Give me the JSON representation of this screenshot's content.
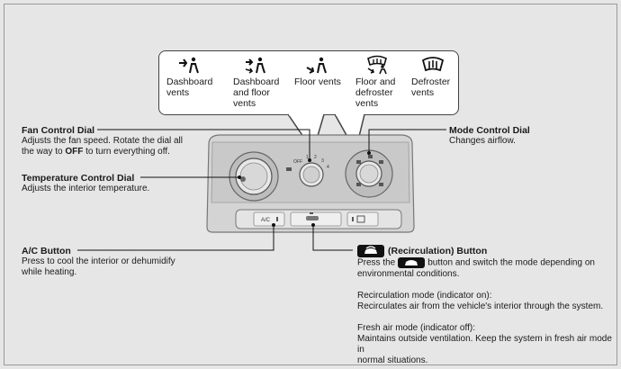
{
  "vent_modes": [
    {
      "icon": "dashboard-vents-icon",
      "label": "Dashboard\nvents"
    },
    {
      "icon": "dashboard-floor-vents-icon",
      "label": "Dashboard\nand floor\nvents"
    },
    {
      "icon": "floor-vents-icon",
      "label": "Floor vents"
    },
    {
      "icon": "floor-defroster-vents-icon",
      "label": "Floor and\ndefroster\nvents"
    },
    {
      "icon": "defroster-vents-icon",
      "label": "Defroster\nvents"
    }
  ],
  "fan": {
    "title": "Fan Control Dial",
    "desc_1": "Adjusts the fan speed. Rotate the dial all",
    "desc_2a": "the way to ",
    "desc_2b": "OFF",
    "desc_2c": " to turn everything off."
  },
  "temperature": {
    "title": "Temperature Control Dial",
    "desc": "Adjusts the interior temperature."
  },
  "ac": {
    "title": "A/C Button",
    "desc_1": "Press to cool the interior or dehumidify",
    "desc_2": "while heating."
  },
  "mode": {
    "title": "Mode Control Dial",
    "desc": "Changes airflow."
  },
  "recirc": {
    "title": "(Recirculation) Button",
    "desc_1a": "Press the",
    "desc_1b": "button and switch the mode depending on",
    "desc_2": "environmental conditions.",
    "on_title": "Recirculation mode (indicator on):",
    "on_desc": "Recirculates air from the vehicle's interior through the system.",
    "off_title": "Fresh air mode (indicator off):",
    "off_desc_1": "Maintains outside ventilation. Keep the system in fresh air mode in",
    "off_desc_2": "normal situations."
  },
  "panel": {
    "fan_marks": [
      "OFF",
      "1",
      "2",
      "3",
      "4"
    ],
    "ac_label": "A/C"
  }
}
